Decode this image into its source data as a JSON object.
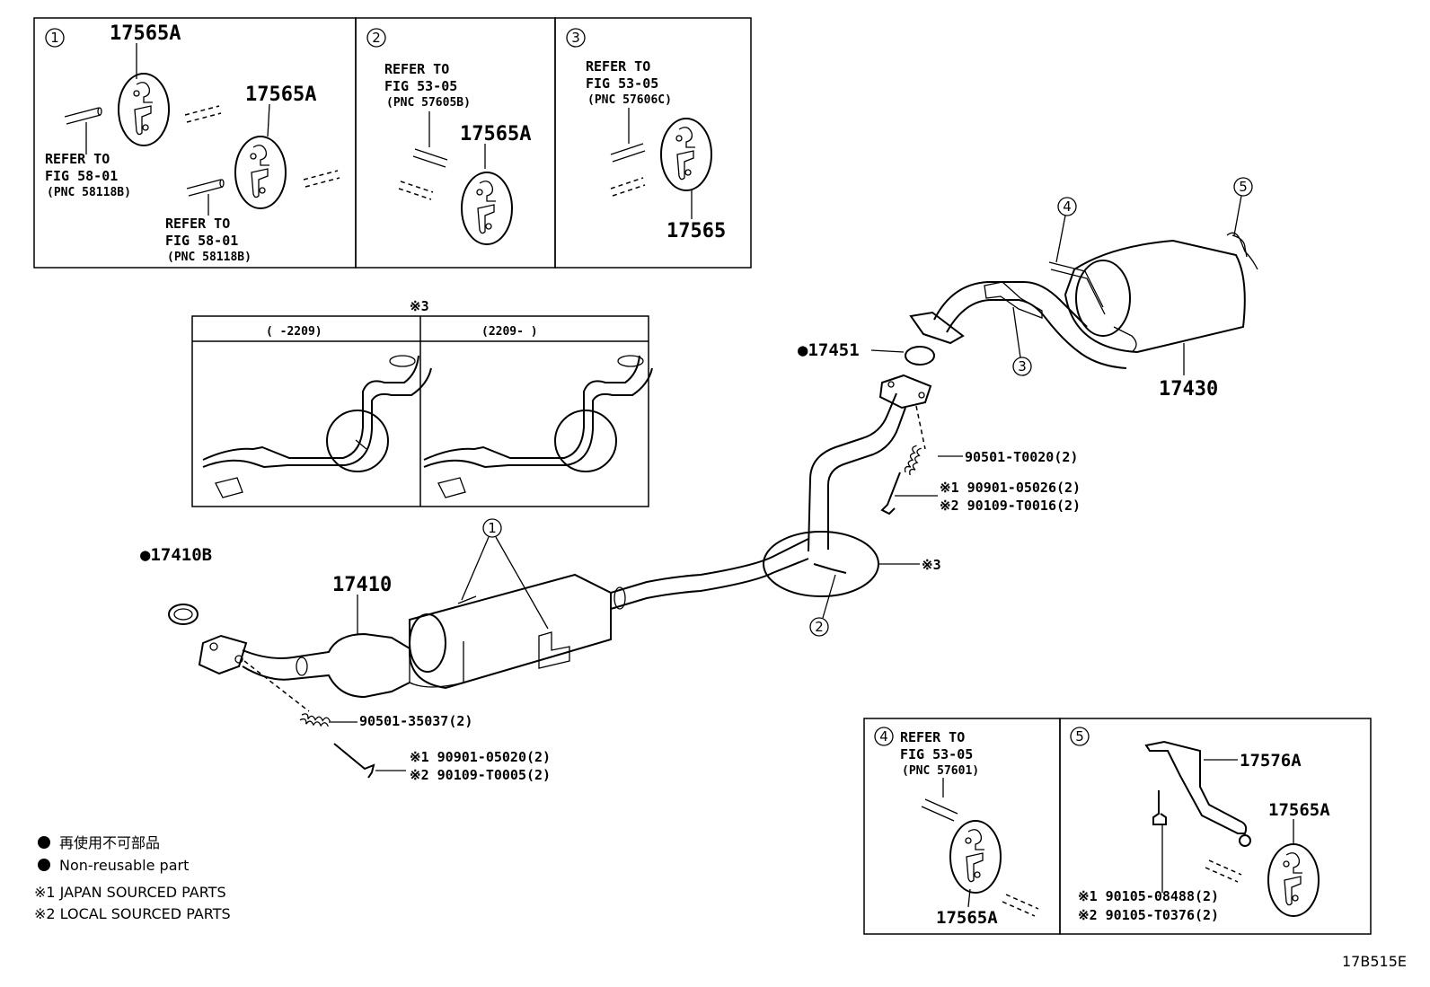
{
  "panels": {
    "p1": {
      "num": "1",
      "label_top": "17565A",
      "label_mid": "17565A",
      "ref_a": {
        "l1": "REFER TO",
        "l2": "FIG 58-01",
        "l3": "(PNC 58118B)"
      },
      "ref_b": {
        "l1": "REFER TO",
        "l2": "FIG 58-01",
        "l3": "(PNC 58118B)"
      }
    },
    "p2": {
      "num": "2",
      "ref": {
        "l1": "REFER TO",
        "l2": "FIG 53-05",
        "l3": "(PNC 57605B)"
      },
      "label": "17565A"
    },
    "p3": {
      "num": "3",
      "ref": {
        "l1": "REFER TO",
        "l2": "FIG 53-05",
        "l3": "(PNC 57606C)"
      },
      "label": "17565"
    },
    "p4": {
      "num": "4",
      "ref": {
        "l1": "REFER TO",
        "l2": "FIG 53-05",
        "l3": "(PNC 57601)"
      },
      "label": "17565A"
    },
    "p5": {
      "num": "5",
      "bracket": "17576A",
      "hanger": "17565A",
      "bolt1": "※1  90105-08488(2)",
      "bolt2": "※2  90105-T0376(2)"
    },
    "inset": {
      "mark": "※3",
      "left": "(      -2209)",
      "right": "(2209-      )"
    }
  },
  "parts": {
    "gasket_front": "●17410B",
    "front_pipe": "17410",
    "gasket_rear": "●17451",
    "tail_pipe": "17430",
    "spring_front": "90501-35037(2)",
    "bolt_front_1": "※1 90901-05020(2)",
    "bolt_front_2": "※2 90109-T0005(2)",
    "spring_rear": "90501-T0020(2)",
    "bolt_rear_1": "※1 90901-05026(2)",
    "bolt_rear_2": "※2 90109-T0016(2)",
    "detail_ref": "※3",
    "callouts": {
      "c1": "1",
      "c2": "2",
      "c3": "3",
      "c4": "4",
      "c5": "5"
    }
  },
  "legend": {
    "jp": "再使用不可部品",
    "en": "Non-reusable part",
    "note1": "※1 JAPAN SOURCED PARTS",
    "note2": "※2 LOCAL SOURCED PARTS"
  },
  "figure_code": "17B515E"
}
